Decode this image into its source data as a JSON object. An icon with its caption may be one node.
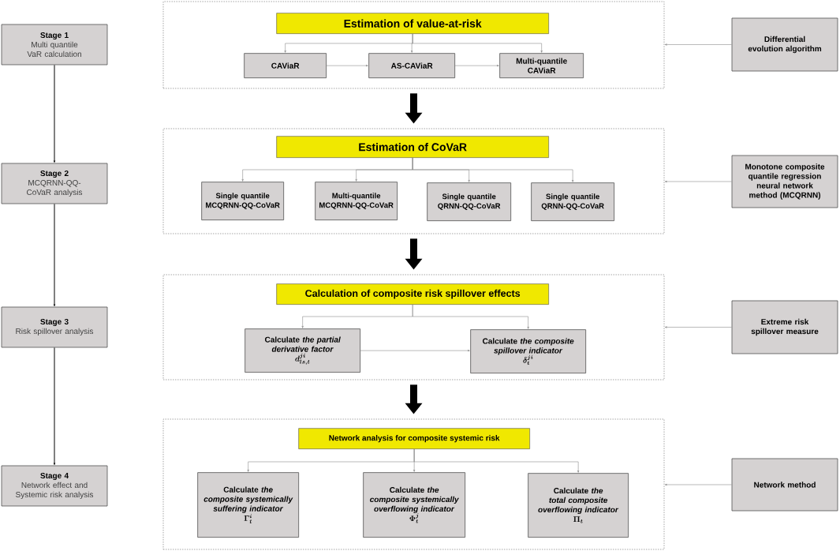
{
  "diagram": {
    "nodes": [
      {
        "text": [
          "Stage 1",
          "Multi quantile VaR calculation"
        ]
      },
      {
        "text": [],
        "shape": "box"
      },
      {
        "text": [
          "Estimation of value-at-risk"
        ],
        "in": 1
      },
      {
        "text": [
          "CAViaR"
        ],
        "in": 1
      },
      {
        "text": [
          "AS-CAViaR"
        ],
        "in": 1
      },
      {
        "text": [
          "Multi-quantile CAViaR"
        ],
        "in": 1
      },
      {
        "text": [
          "Differential evolution algorithm"
        ]
      },
      {
        "text": [
          "Stage 2",
          "MCQRNN-QQ-CoVaR analysis"
        ]
      },
      {
        "text": [],
        "shape": "box"
      },
      {
        "text": [
          "Estimation of CoVaR"
        ],
        "in": 8
      },
      {
        "text": [
          "Single quantile MCQRNN-QQ-CoVaR"
        ],
        "in": 8
      },
      {
        "text": [
          "Multi-quantile MCQRNN-QQ-CoVaR"
        ],
        "in": 8
      },
      {
        "text": [
          "Single quantile QRNN-QQ-CoVaR"
        ],
        "in": 8
      },
      {
        "text": [
          "Single quantile QRNN-QQ-CoVaR"
        ],
        "in": 8
      },
      {
        "text": [
          "Monotone composite quantile regression neural network method (MCQRNN)"
        ]
      },
      {
        "text": [
          "Stage 3",
          "Risk spillover analysis"
        ]
      },
      {
        "text": [],
        "shape": "box"
      },
      {
        "text": [
          "Calculation of composite risk spillover effects"
        ],
        "in": 16
      },
      {
        "text": [
          "Calculate *the partial derivative factor*",
          "d_{ls,t}^{ji}"
        ],
        "in": 16
      },
      {
        "text": [
          "Calculate *the composite spillover indicator*",
          "\\delta_{t}^{ji}"
        ],
        "in": 16
      },
      {
        "text": [
          "Extreme risk spillover measure"
        ]
      },
      {
        "text": [
          "Stage 4",
          "Network effect and Systemic risk analysis"
        ]
      },
      {
        "text": [],
        "shape": "box"
      },
      {
        "text": [
          "Network analysis for composite systemic risk"
        ],
        "in": 22
      },
      {
        "text": [
          "Calculate *the composite systemically suffering indicator*",
          "\\Gamma_{t}^{i}"
        ],
        "in": 22
      },
      {
        "text": [
          "Calculate *the composite systemically overflowing indicator*",
          "\\Phi_{t}^{j}"
        ],
        "in": 22
      },
      {
        "text": [
          "Calculate *the total composite overflowing indicator*",
          "\\Pi_{t}"
        ],
        "in": 22
      },
      {
        "text": [
          "Network method"
        ]
      }
    ],
    "edges": [
      {
        "from": 0,
        "to": 7,
        "arrow": "to",
        "color": "#000000"
      },
      {
        "from": 7,
        "to": 15,
        "arrow": "to",
        "color": "#000000"
      },
      {
        "from": 15,
        "to": 21,
        "arrow": "to",
        "color": "#000000"
      },
      {
        "from": 2,
        "to": 3,
        "arrow": "to"
      },
      {
        "from": 2,
        "to": 4,
        "arrow": "to"
      },
      {
        "from": 2,
        "to": 5,
        "arrow": "to"
      },
      {
        "from": 3,
        "to": 4,
        "arrow": "to"
      },
      {
        "from": 4,
        "to": 5,
        "arrow": "to"
      },
      {
        "from": 6,
        "to": 1,
        "arrow": "to"
      },
      {
        "from": 1,
        "to": 8,
        "arrow": "to",
        "style": "thick",
        "color": "#000000"
      },
      {
        "from": 9,
        "to": 10,
        "arrow": "to"
      },
      {
        "from": 9,
        "to": 11,
        "arrow": "to"
      },
      {
        "from": 9,
        "to": 12,
        "arrow": "to"
      },
      {
        "from": 9,
        "to": 13,
        "arrow": "to"
      },
      {
        "from": 14,
        "to": 8,
        "arrow": "to"
      },
      {
        "from": 8,
        "to": 16,
        "arrow": "to",
        "style": "thick",
        "color": "#000000"
      },
      {
        "from": 17,
        "to": 18,
        "arrow": "to"
      },
      {
        "from": 17,
        "to": 19,
        "arrow": "to"
      },
      {
        "from": 18,
        "to": 19,
        "arrow": "to"
      },
      {
        "from": 20,
        "to": 16,
        "arrow": "to"
      },
      {
        "from": 16,
        "to": 22,
        "arrow": "to",
        "style": "thick",
        "color": "#000000"
      },
      {
        "from": 23,
        "to": 24,
        "arrow": "to"
      },
      {
        "from": 23,
        "to": 25,
        "arrow": "to"
      },
      {
        "from": 23,
        "to": 26,
        "arrow": "to"
      },
      {
        "from": 27,
        "to": 22,
        "arrow": "to"
      }
    ]
  }
}
